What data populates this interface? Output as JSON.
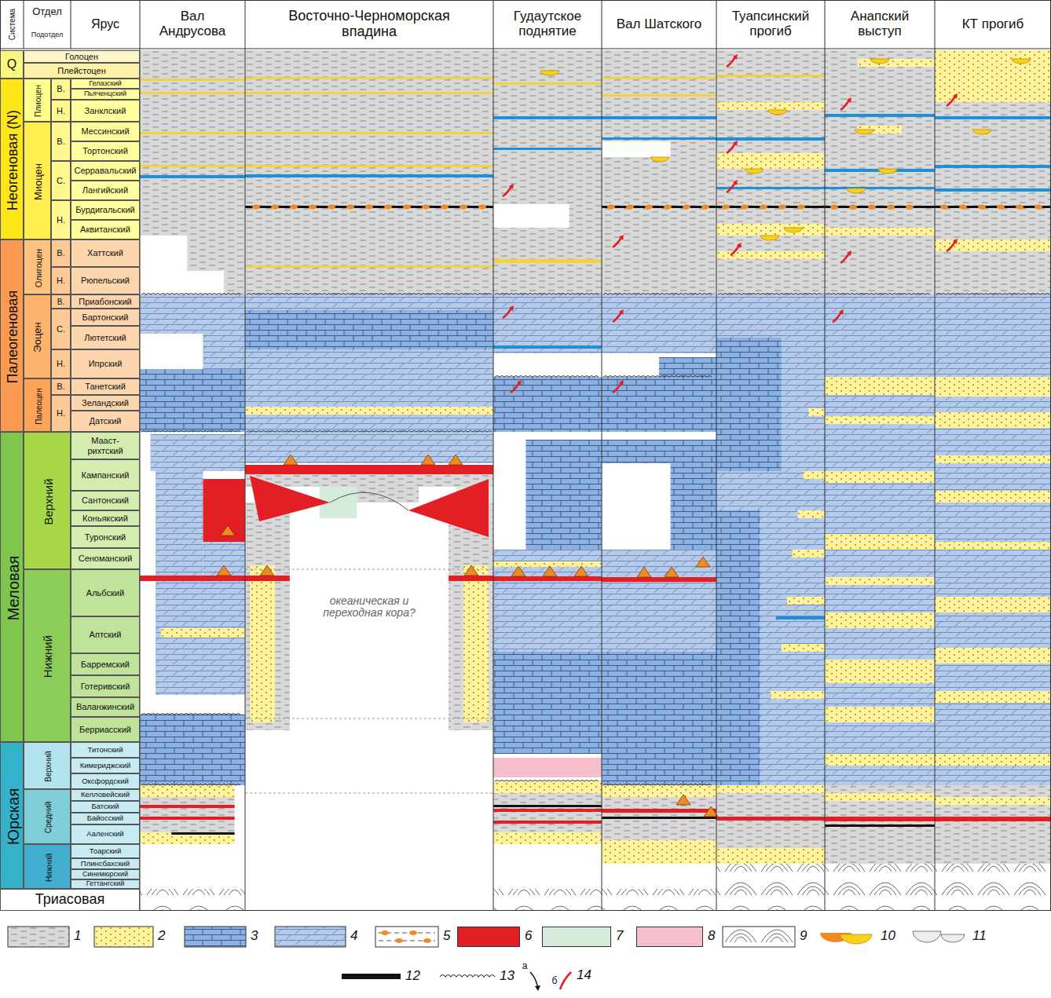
{
  "diagram": {
    "labels": [
      "Система",
      "Отдел",
      "Подотдел",
      "Ярус",
      "Вал Андрусова",
      "Восточно-Черноморская впадина",
      "Гудаутское поднятие",
      "Вал Шатского",
      "Туапсинский прогиб",
      "Анапский выступ",
      "КТ прогиб",
      "Q",
      "Неогеновая (N)",
      "Палеогеновая",
      "Меловая",
      "Юрская",
      "Триасовая",
      "Голоцен",
      "Плейстоцен",
      "Плиоцен",
      "Миоцен",
      "Олигоцен",
      "Эоцен",
      "Палеоцен",
      "Верхний",
      "Нижний",
      "Верхний",
      "Средний",
      "Нижний",
      "В.",
      "Н.",
      "В.",
      "С.",
      "Н.",
      "В.",
      "Н.",
      "В.",
      "С.",
      "Н.",
      "В.",
      "Н.",
      "Гелазский",
      "Пьяченцский",
      "Занклский",
      "Мессинский",
      "Тортонский",
      "Серравальский",
      "Лангийский",
      "Бурдигальский",
      "Аквитанский",
      "Хаттский",
      "Рюпельский",
      "Приабонский",
      "Бартонский",
      "Лютетский",
      "Ипрский",
      "Танетский",
      "Зеландский",
      "Датский",
      "Мааст- рихтский",
      "Кампанский",
      "Сантонский",
      "Коньякский",
      "Туронский",
      "Сеноманский",
      "Альбский",
      "Аптский",
      "Барремский",
      "Готеривский",
      "Валанжинский",
      "Берриасский",
      "Титонский",
      "Кимериджский",
      "Оксфордский",
      "Келловейский",
      "Батский",
      "Байосский",
      "Ааленский",
      "Тоарский",
      "Плинсбахский",
      "Синемюрский",
      "Геттангский",
      "океаническая и переходная кора?",
      "а",
      "б"
    ],
    "legend": [
      {
        "text": "1"
      },
      {
        "text": "2"
      },
      {
        "text": "3"
      },
      {
        "text": "4"
      },
      {
        "text": "5"
      },
      {
        "text": "6",
        "color": "#e31e24"
      },
      {
        "text": "7",
        "color": "#d5ebdc"
      },
      {
        "text": "8",
        "color": "#f5c0cc"
      },
      {
        "text": "9"
      },
      {
        "text": "10"
      },
      {
        "text": "11"
      },
      {
        "text": "12"
      },
      {
        "text": "13"
      },
      {
        "text": "14"
      }
    ]
  }
}
